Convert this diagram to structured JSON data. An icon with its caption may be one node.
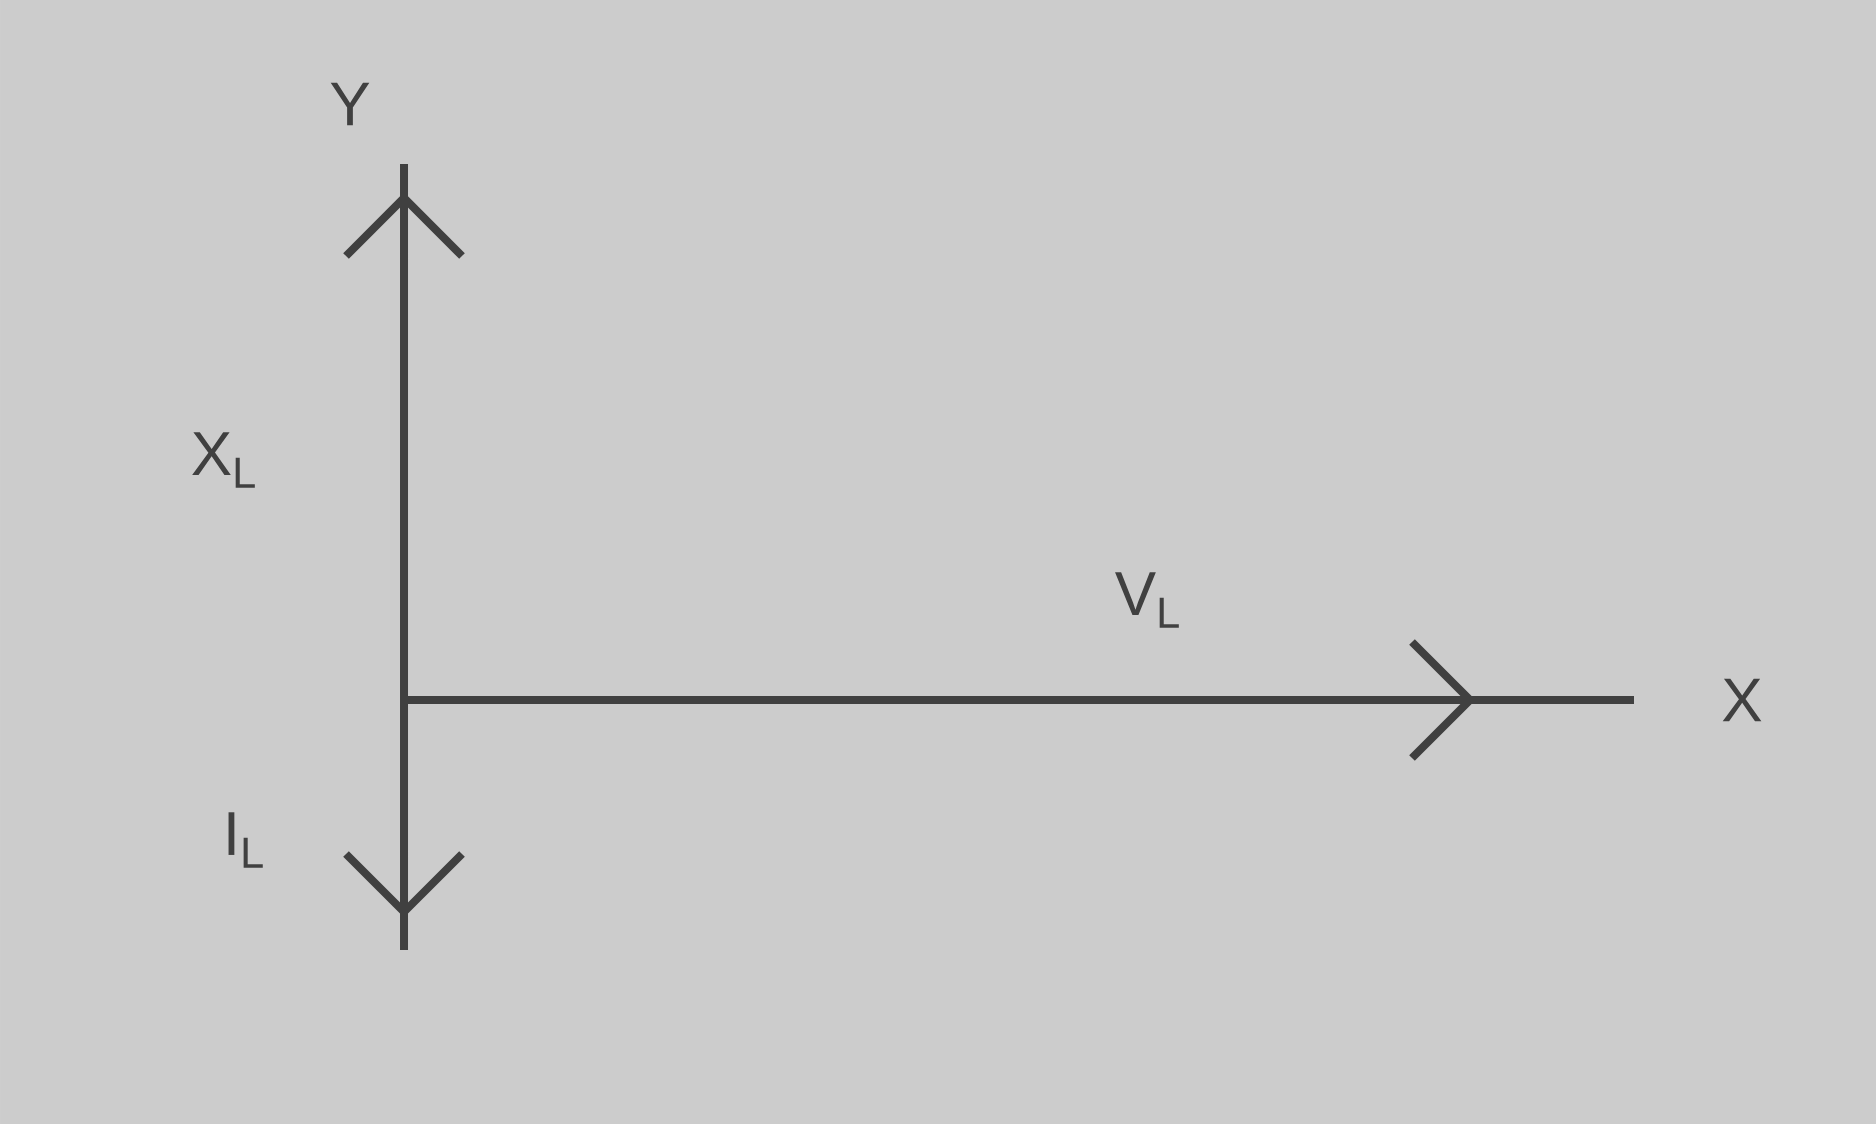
{
  "diagram": {
    "labels": [
      "Y",
      "X$_{L}$",
      "V$_{L}$",
      "X",
      "I$_{L}$"
    ]
  }
}
